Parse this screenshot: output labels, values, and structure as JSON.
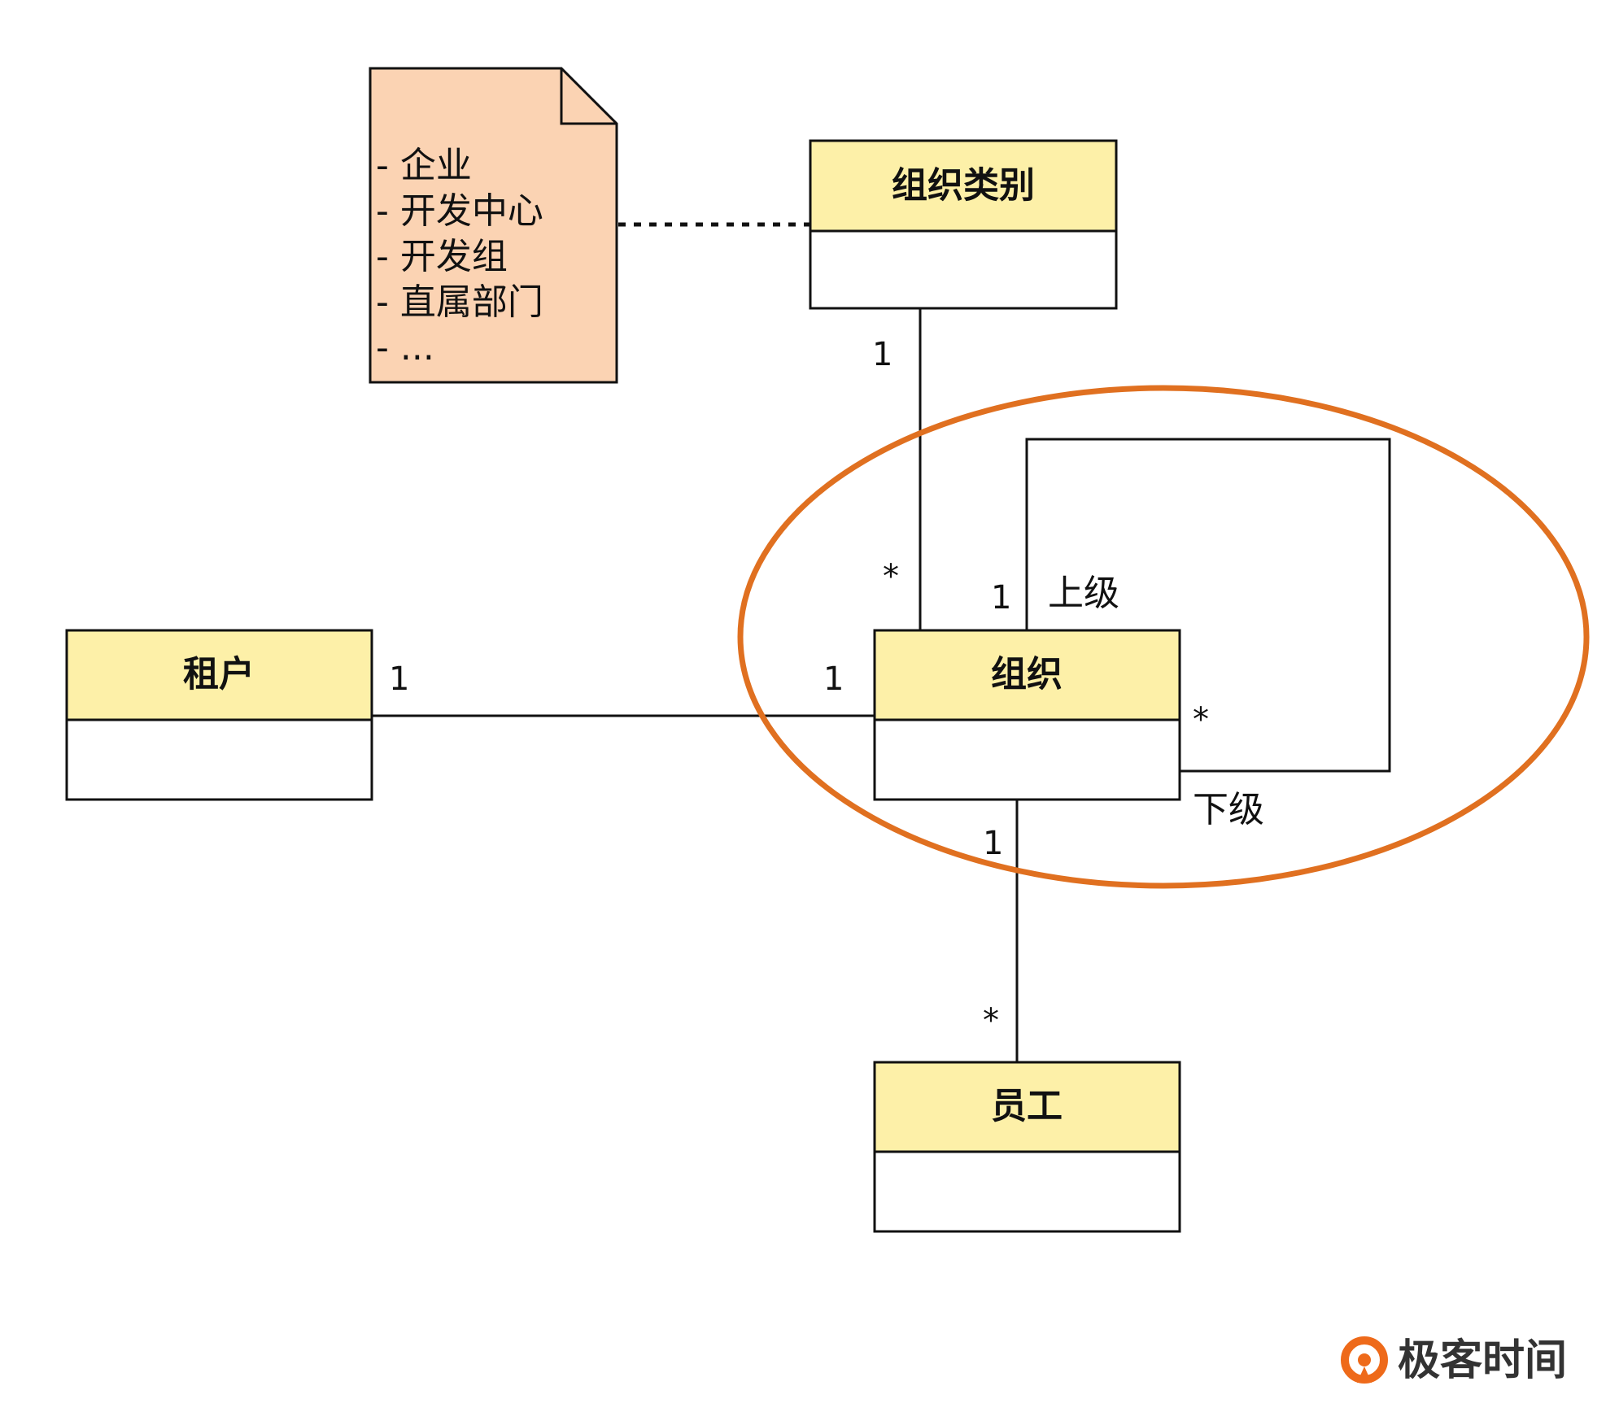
{
  "colors": {
    "class_header": "#fdf0a8",
    "class_body": "#ffffff",
    "note_fill": "#fbd3b3",
    "highlight_ellipse": "#e07020",
    "line": "#000000",
    "logo_accent": "#ee6a1a"
  },
  "note": {
    "lines": [
      "- 企业",
      "- 开发中心",
      "- 开发组",
      "- 直属部门",
      "- ..."
    ]
  },
  "classes": {
    "org_category": {
      "title": "组织类别"
    },
    "tenant": {
      "title": "租户"
    },
    "organization": {
      "title": "组织"
    },
    "employee": {
      "title": "员工"
    }
  },
  "multiplicities": {
    "category_end": "1",
    "org_category_end": "*",
    "tenant_end": "1",
    "org_tenant_end": "1",
    "superior": "1",
    "subordinate": "*",
    "org_employee_end": "1",
    "employee_end": "*"
  },
  "roles": {
    "superior": "上级",
    "subordinate": "下级"
  },
  "watermark": {
    "text": "极客时间",
    "icon": "geek-time-logo-icon"
  }
}
